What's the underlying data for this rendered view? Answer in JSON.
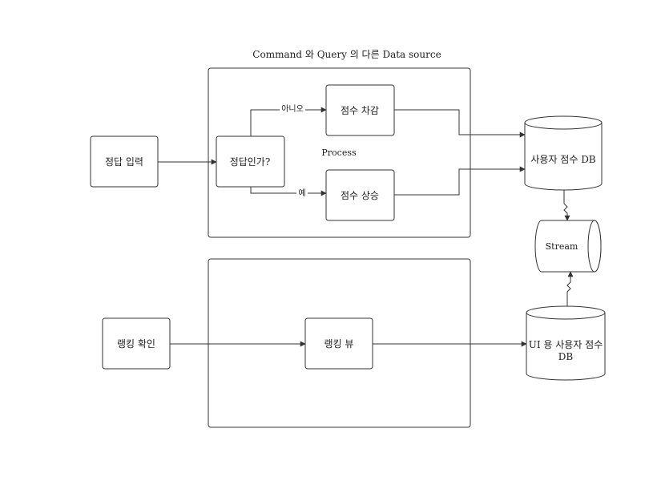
{
  "title": "Command 와 Query 의 다른  Data source",
  "command_group": {
    "label": "Process"
  },
  "nodes": {
    "answer_input": "정답 입력",
    "is_correct": "정답인가?",
    "score_decrease": "점수 차감",
    "score_increase": "점수 상승",
    "user_score_db": "사용자 점수 DB",
    "stream": "Stream",
    "ui_user_score_db_line1": "UI 용 사용자 점수",
    "ui_user_score_db_line2": "DB",
    "ranking_check": "랭킹 확인",
    "ranking_view": "랭킹 뷰"
  },
  "edge_labels": {
    "no": "아니오",
    "yes": "예"
  }
}
